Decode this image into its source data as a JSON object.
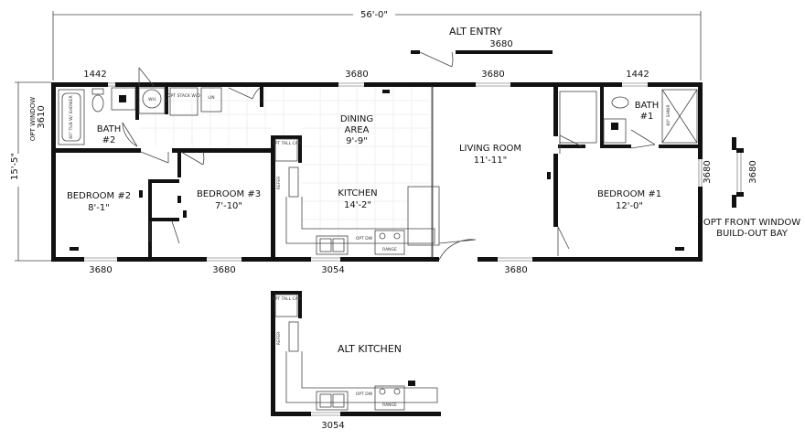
{
  "dimensions": {
    "overall_length": "56'-0\"",
    "overall_width": "15'-5\""
  },
  "labels": {
    "alt_entry": "ALT ENTRY",
    "opt_window": "OPT WINDOW",
    "opt_front_window_1": "OPT FRONT WINDOW",
    "opt_front_window_2": "BUILD-OUT BAY",
    "alt_kitchen": "ALT KITCHEN"
  },
  "rooms": {
    "bath2": {
      "name": "BATH",
      "size": "#2"
    },
    "bath1": {
      "name": "BATH",
      "size": "#1"
    },
    "bedroom2": {
      "name": "BEDROOM #2",
      "size": "8'-1\""
    },
    "bedroom3": {
      "name": "BEDROOM #3",
      "size": "7'-10\""
    },
    "dining": {
      "name_1": "DINING",
      "name_2": "AREA",
      "size": "9'-9\""
    },
    "kitchen": {
      "name": "KITCHEN",
      "size": "14'-2\""
    },
    "living": {
      "name": "LIVING ROOM",
      "size": "11'-11\""
    },
    "bedroom1": {
      "name": "BEDROOM #1",
      "size": "12'-0\""
    }
  },
  "windows": {
    "top_left": "1442",
    "top_mid": "3680",
    "top_living": "3680",
    "top_right": "1442",
    "alt_entry": "3680",
    "left": "3610",
    "bottom_bed2": "3680",
    "bottom_bed3": "3680",
    "bottom_kitchen": "3054",
    "bottom_living": "3680",
    "right_bed1": "3680",
    "bay": "3680",
    "alt_kitchen": "3054"
  },
  "fixtures": {
    "tub": "60\" TUB W/ SHOWER",
    "wh": "WH",
    "opt_stack": "OPT STACK W/D",
    "lin": "LIN",
    "refer": "REFER",
    "opt_dw": "OPT DW",
    "range": "RANGE",
    "upper_cab": "OPT TALL CAB",
    "shower": "60\" SHWR"
  }
}
